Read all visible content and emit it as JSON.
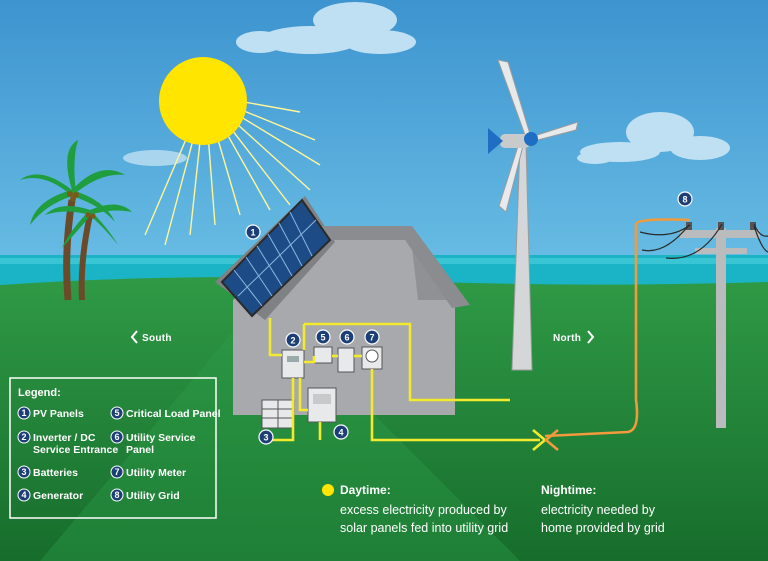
{
  "diagram": {
    "directions": {
      "south": "South",
      "north": "North"
    },
    "markers": [
      "1",
      "2",
      "3",
      "4",
      "5",
      "6",
      "7",
      "8"
    ],
    "legend": {
      "title": "Legend:",
      "items": [
        {
          "num": "1",
          "line1": "PV Panels",
          "line2": ""
        },
        {
          "num": "2",
          "line1": "Inverter / DC",
          "line2": "Service Entrance"
        },
        {
          "num": "3",
          "line1": "Batteries",
          "line2": ""
        },
        {
          "num": "4",
          "line1": "Generator",
          "line2": ""
        },
        {
          "num": "5",
          "line1": "Critical Load Panel",
          "line2": ""
        },
        {
          "num": "6",
          "line1": "Utility Service",
          "line2": "Panel"
        },
        {
          "num": "7",
          "line1": "Utility Meter",
          "line2": ""
        },
        {
          "num": "8",
          "line1": "Utility Grid",
          "line2": ""
        }
      ]
    },
    "daytime": {
      "heading": "Daytime:",
      "line1": "excess electricity produced by",
      "line2": "solar panels fed into utility grid"
    },
    "nighttime": {
      "heading": "Nightime:",
      "line1": "electricity needed by",
      "line2": "home provided by grid"
    }
  },
  "colors": {
    "sky": "#4aa3d8",
    "ocean": "#19b3c4",
    "grass": "#1f8a3a",
    "sun": "#ffe500",
    "day_line": "#f3ea2e",
    "night_line": "#f29a3c",
    "house": "#a7a9ac",
    "marker": "#1d3f77"
  }
}
